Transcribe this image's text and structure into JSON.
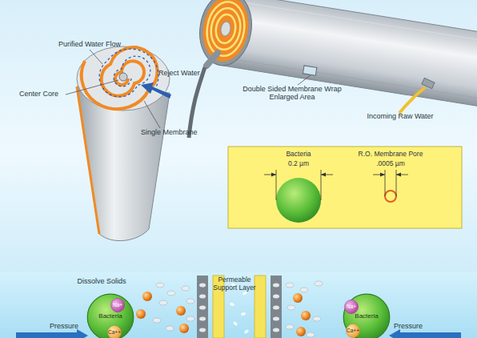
{
  "diagram": {
    "nodes": [
      {
        "text": [
          "Bacteria"
        ]
      },
      {
        "text": [
          "Na+"
        ],
        "in": 0
      },
      {
        "text": [
          "Ca++"
        ],
        "in": 0
      },
      {
        "text": [
          "Bacteria"
        ]
      },
      {
        "text": [
          "Na+"
        ],
        "in": 3
      },
      {
        "text": [
          "Ca++"
        ],
        "in": 3
      }
    ],
    "labels": [
      "Purified Water Flow",
      "Center Core",
      "Single Membrane",
      "Reject Water",
      "Double Sided Membrane Wrap Enlarged Area",
      "Incoming Raw Water",
      "Bacteria",
      "0.2 µm",
      "R.O. Membrane Pore",
      ".0005 µm",
      "Dissolve Solids",
      "Permeable Support Layer",
      "Pressure",
      "Pressure"
    ]
  }
}
